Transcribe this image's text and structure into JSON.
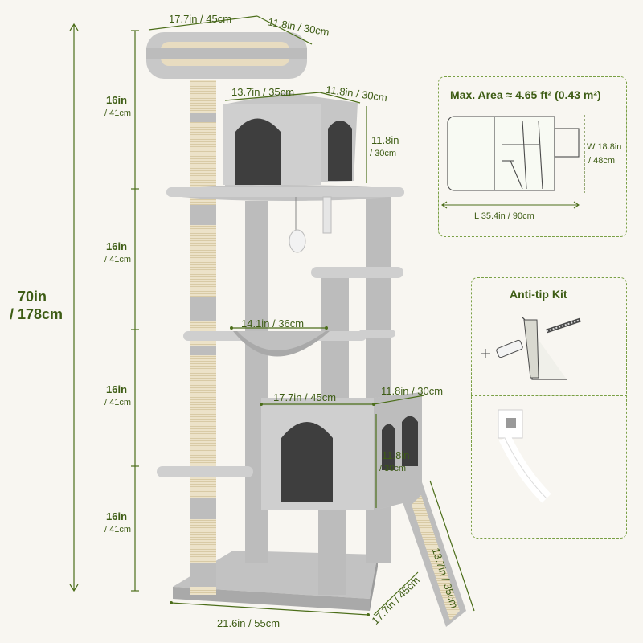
{
  "overall_height": {
    "imperial": "70in",
    "metric": "/ 178cm"
  },
  "tiers": [
    {
      "imperial": "16in",
      "metric": "/ 41cm"
    },
    {
      "imperial": "16in",
      "metric": "/ 41cm"
    },
    {
      "imperial": "16in",
      "metric": "/ 41cm"
    },
    {
      "imperial": "16in",
      "metric": "/ 41cm"
    }
  ],
  "dimensions": {
    "top_platform_width": "17.7in / 45cm",
    "top_platform_depth": "11.8in / 30cm",
    "upper_condo_width": "13.7in / 35cm",
    "upper_condo_depth": "11.8in / 30cm",
    "upper_condo_height": {
      "imperial": "11.8in",
      "metric": "/ 30cm"
    },
    "hammock_width": "14.1in / 36cm",
    "lower_condo_width": "17.7in / 45cm",
    "lower_condo_depth": "11.8in / 30cm",
    "lower_condo_height": {
      "imperial": "11.8in",
      "metric": "/ 30cm"
    },
    "ramp_length": "13.7in / 35cm",
    "base_width": "21.6in / 55cm",
    "base_depth": "17.7in / 45cm"
  },
  "area_panel": {
    "title": "Max. Area ≈ 4.65 ft² (0.43 m²)",
    "width_imperial": "W 18.8in",
    "width_metric": "/ 48cm",
    "length": "L 35.4in / 90cm"
  },
  "anti_tip_panel": {
    "title": "Anti-tip Kit"
  },
  "colors": {
    "accent": "#3d5c14",
    "dash": "#7aa045",
    "plush": "#c9c9c9",
    "sisal": "#e8dcc0",
    "background": "#f8f6f1"
  }
}
